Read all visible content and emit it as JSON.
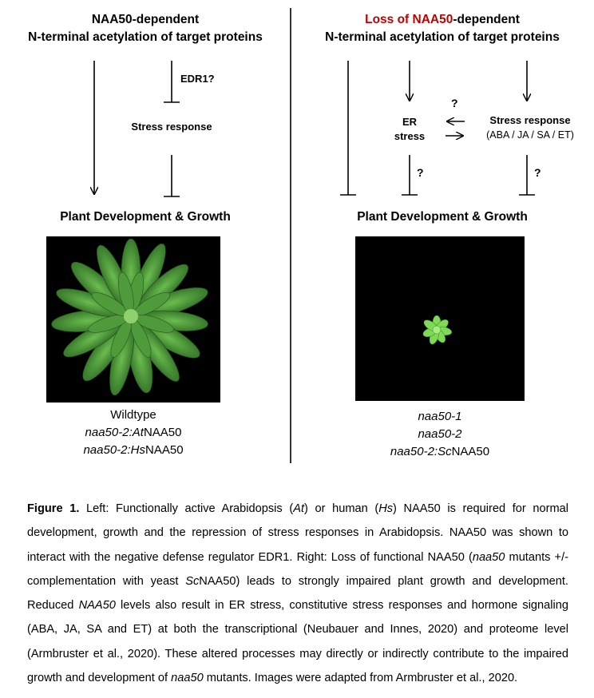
{
  "left": {
    "title_line1": "NAA50-dependent",
    "title_line2": "N-terminal acetylation of target proteins",
    "edr1_label": "EDR1?",
    "stress_label": "Stress response",
    "outcome": "Plant Development & Growth",
    "captions": [
      {
        "italic": "",
        "normal": "Wildtype"
      },
      {
        "italic": "naa50-2:",
        "mid_italic": "At",
        "normal": "NAA50"
      },
      {
        "italic": "naa50-2:",
        "mid_italic": "Hs",
        "normal": "NAA50"
      }
    ]
  },
  "right": {
    "title_red": "Loss of NAA50",
    "title_rest": "-dependent",
    "title_line2": "N-terminal acetylation of target proteins",
    "er_line1": "ER",
    "er_line2": "stress",
    "stress_line1": "Stress response",
    "stress_line2": "(ABA / JA / SA / ET)",
    "q_top": "?",
    "q_er": "?",
    "q_stress": "?",
    "outcome": "Plant Development & Growth",
    "captions": [
      "naa50-1",
      "naa50-2"
    ],
    "caption3_italic": "naa50-2:Sc",
    "caption3_normal": "NAA50"
  },
  "figure": {
    "label": "Figure 1.",
    "t1": " Left: Functionally active Arabidopsis (",
    "t2": "At",
    "t3": ") or human (",
    "t4": "Hs",
    "t5": ") NAA50 is required for normal development, growth and the repression of stress responses in Arabidopsis. NAA50 was shown to interact with the negative defense regulator EDR1. Right: Loss of functional NAA50 (",
    "t6": "naa50",
    "t7": " mutants +/- complementation with yeast ",
    "t8": "Sc",
    "t9": "NAA50) leads to strongly impaired plant growth and development. Reduced ",
    "t10": "NAA50",
    "t11": " levels also result in ER stress, constitutive stress responses and hormone signaling (ABA, JA, SA and ET) at both the transcriptional (Neubauer and Innes, 2020) and proteome level (Armbruster et al., 2020). These altered processes may directly or indirectly contribute to the impaired growth and development of ",
    "t12": "naa50",
    "t13": " mutants. Images were adapted from Armbruster et al., 2020."
  },
  "colors": {
    "accent_red": "#c00000",
    "leaf_dark": "#2e6b24",
    "leaf_light": "#5aa842",
    "mutant": "#7ed957"
  }
}
